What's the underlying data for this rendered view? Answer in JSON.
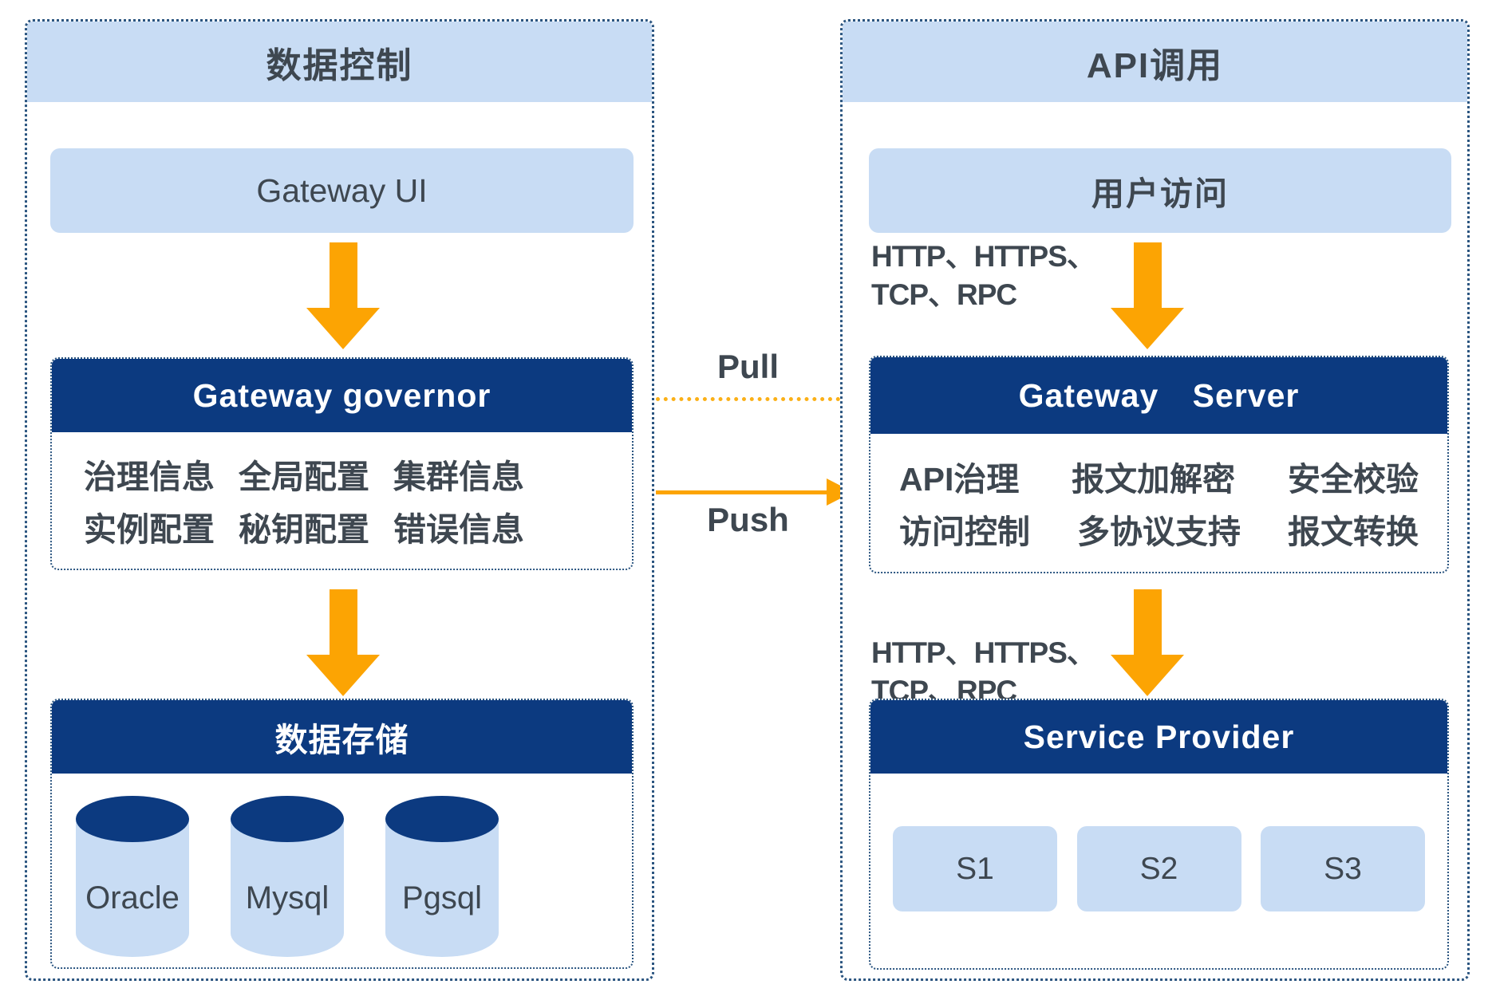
{
  "diagram": {
    "left_panel": {
      "title": "数据控制",
      "gateway_ui_label": "Gateway UI",
      "governor": {
        "title": "Gateway governor",
        "items_row1": [
          "治理信息",
          "全局配置",
          "集群信息"
        ],
        "items_row2": [
          "实例配置",
          "秘钥配置",
          "错误信息"
        ]
      },
      "storage": {
        "title": "数据存储",
        "databases": [
          "Oracle",
          "Mysql",
          "Pgsql"
        ]
      }
    },
    "right_panel": {
      "title": "API调用",
      "user_access_label": "用户访问",
      "protocols_top": [
        "HTTP、HTTPS、",
        "TCP、RPC"
      ],
      "server": {
        "title": "Gateway Server",
        "items_row1": [
          "API治理",
          "报文加解密",
          "安全校验"
        ],
        "items_row2": [
          "访问控制",
          "多协议支持",
          "报文转换"
        ]
      },
      "protocols_bottom": [
        "HTTP、HTTPS、",
        "TCP、RPC"
      ],
      "provider": {
        "title": "Service Provider",
        "services": [
          "S1",
          "S2",
          "S3"
        ]
      }
    },
    "connectors": {
      "pull_label": "Pull",
      "push_label": "Push"
    },
    "colors": {
      "light_blue": "#C8DCF4",
      "navy": "#0C3A80",
      "orange": "#FCA403",
      "text_dark": "#3E4750",
      "dotted_border": "#2B5580"
    }
  }
}
